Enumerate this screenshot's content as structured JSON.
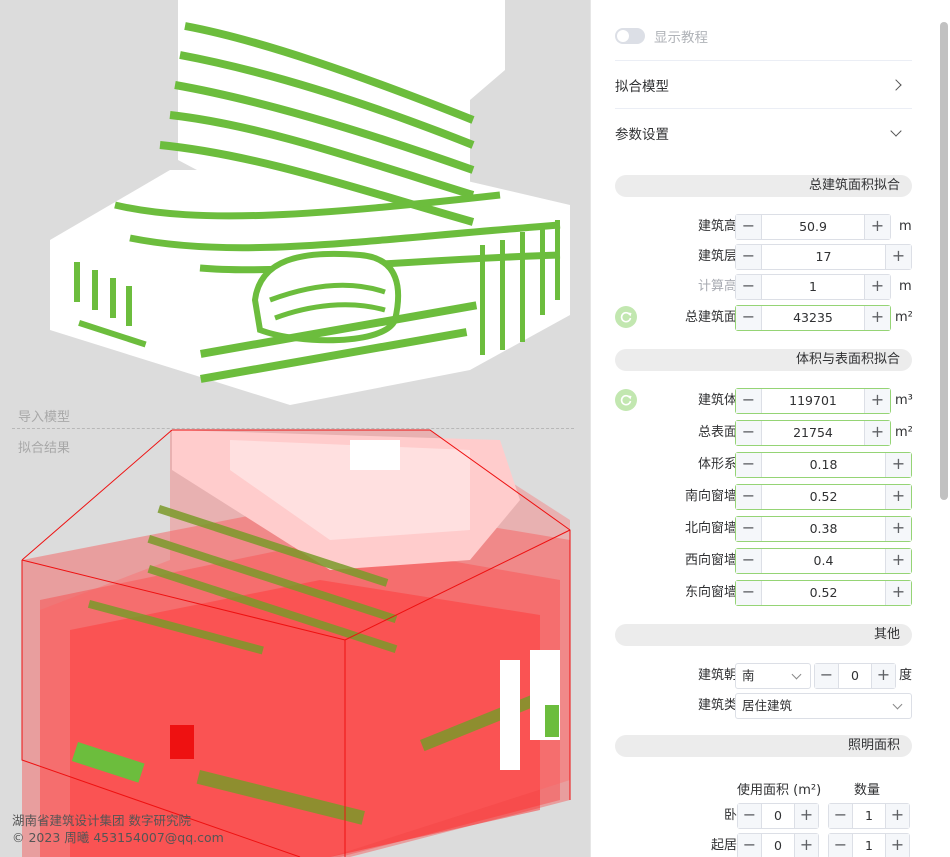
{
  "viewport": {
    "label_import": "导入模型",
    "label_result": "拟合结果",
    "credits_line1": "湖南省建筑设计集团 数字研究院",
    "credits_line2": "© 2023 周曦 453154007@qq.com",
    "colors": {
      "model_white": "#ffffff",
      "green": "#6cbd3d",
      "red": "#ff2020"
    }
  },
  "panel": {
    "toggle_label": "显示教程",
    "nav": [
      {
        "label": "拟合模型",
        "icon": "chevron-right-icon"
      },
      {
        "label": "参数设置",
        "icon": "chevron-down-icon"
      }
    ],
    "sections": {
      "area": {
        "title": "总建筑面积拟合",
        "rows": [
          {
            "label": "建筑高度",
            "value": "50.9",
            "unit": "m"
          },
          {
            "label": "建筑层数",
            "value": "17",
            "unit": ""
          },
          {
            "label": "计算高度",
            "value": "1",
            "unit": "m"
          },
          {
            "label": "总建筑面积",
            "value": "43235",
            "unit": "m²"
          }
        ]
      },
      "volume": {
        "title": "体积与表面积拟合",
        "rows": [
          {
            "label": "建筑体积",
            "value": "119701",
            "unit": "m³"
          },
          {
            "label": "总表面积",
            "value": "21754",
            "unit": "m²"
          },
          {
            "label": "体形系数",
            "value": "0.18",
            "unit": ""
          },
          {
            "label": "南向窗墙比",
            "value": "0.52",
            "unit": ""
          },
          {
            "label": "北向窗墙比",
            "value": "0.38",
            "unit": ""
          },
          {
            "label": "西向窗墙比",
            "value": "0.4",
            "unit": ""
          },
          {
            "label": "东向窗墙比",
            "value": "0.52",
            "unit": ""
          }
        ]
      },
      "other": {
        "title": "其他",
        "orientation_label": "建筑朝向",
        "orientation_value": "南",
        "orientation_degree": "0",
        "orientation_unit": "度",
        "type_label": "建筑类型",
        "type_value": "居住建筑"
      },
      "lighting": {
        "title": "照明面积",
        "col_area": "使用面积 (m²)",
        "col_count": "数量",
        "rows": [
          {
            "label": "卧室",
            "area": "0",
            "count": "1"
          },
          {
            "label": "起居室",
            "area": "0",
            "count": "1"
          }
        ]
      }
    },
    "accent": "#95d475"
  }
}
